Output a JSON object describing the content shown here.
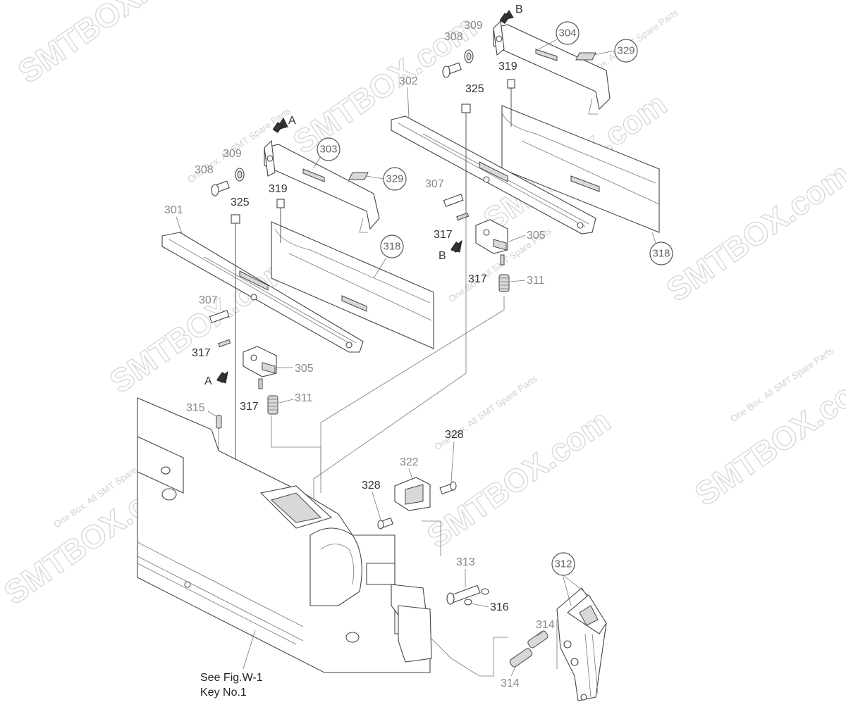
{
  "labels": {
    "l301": "301",
    "l302": "302",
    "l305a": "305",
    "l305b": "305",
    "l307a": "307",
    "l307b": "307",
    "l308a": "308",
    "l308b": "308",
    "l309a": "309",
    "l309b": "309",
    "l311a": "311",
    "l311b": "311",
    "l313": "313",
    "l314a": "314",
    "l314b": "314",
    "l315": "315",
    "l316": "316",
    "l317a": "317",
    "l317b": "317",
    "l317c": "317",
    "l317d": "317",
    "l319a": "319",
    "l319b": "319",
    "l322": "322",
    "l325a": "325",
    "l325b": "325",
    "l328a": "328",
    "l328b": "328"
  },
  "callouts": {
    "c303": "303",
    "c304": "304",
    "c312": "312",
    "c318a": "318",
    "c318b": "318",
    "c329a": "329",
    "c329b": "329"
  },
  "arrows": {
    "a_top": "A",
    "a_bottom": "A",
    "b_top": "B",
    "b_bottom": "B"
  },
  "note": {
    "line1": "See Fig.W-1",
    "line2": "Key No.1"
  },
  "watermark": {
    "brand": "SMTBOX.com",
    "tagline": "One Box, All SMT Spare Parts"
  }
}
